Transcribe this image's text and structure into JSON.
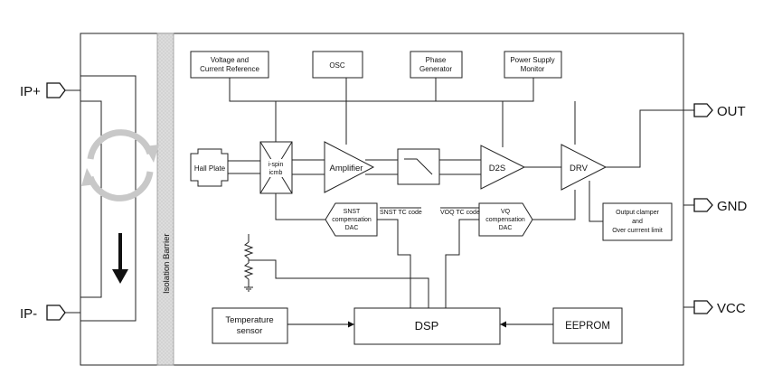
{
  "pins": {
    "ip_plus": "IP+",
    "ip_minus": "IP-",
    "out": "OUT",
    "gnd": "GND",
    "vcc": "VCC"
  },
  "barrier": {
    "label": "Isolation Barrier"
  },
  "blocks": {
    "voltage_ref": [
      "Voltage and",
      "Current Reference"
    ],
    "osc": "OSC",
    "phase_gen": [
      "Phase",
      "Generator"
    ],
    "psu_monitor": [
      "Power Supply",
      "Monitor"
    ],
    "hall_plate": "Hall Plate",
    "ispin": [
      "i-spin",
      "icmb"
    ],
    "amplifier": "Amplifier",
    "d2s": "D2S",
    "drv": "DRV",
    "snst_dac": [
      "SNST",
      "compensation",
      "DAC"
    ],
    "vq_dac": [
      "VQ",
      "compensation",
      "DAC"
    ],
    "snst_tc_code": "SNST TC code",
    "voq_tc_code": "VOQ TC code",
    "clamper": [
      "Output clamper",
      "and",
      "Over currrent limit"
    ],
    "temp_sensor": [
      "Temperature",
      "sensor"
    ],
    "dsp": "DSP",
    "eeprom": "EEPROM"
  },
  "colors": {
    "line": "#222222",
    "barrier": "#d9d9d9",
    "rotation_arrows": "#c8c8c8",
    "current_arrow": "#111111"
  }
}
